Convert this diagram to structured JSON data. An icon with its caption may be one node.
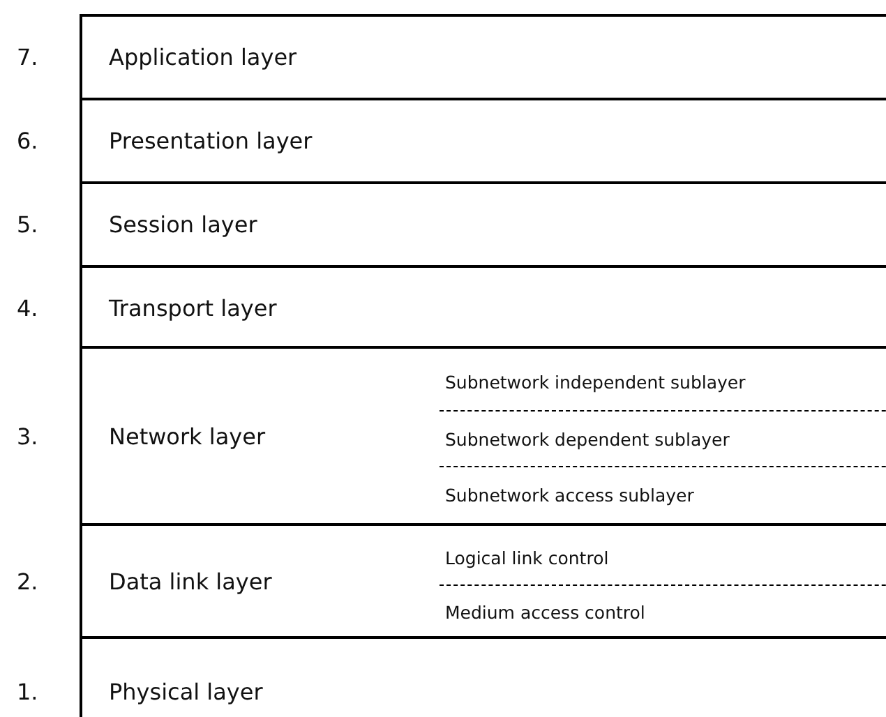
{
  "diagram": {
    "nodes": [
      {
        "text": [
          "Application layer"
        ],
        "beside": [
          "7."
        ]
      },
      {
        "text": [
          "Presentation layer"
        ],
        "beside": [
          "6."
        ]
      },
      {
        "text": [
          "Session layer"
        ],
        "beside": [
          "5."
        ]
      },
      {
        "text": [
          "Transport layer"
        ],
        "beside": [
          "4."
        ]
      },
      {
        "text": [
          "Network layer"
        ],
        "beside": [
          "3."
        ]
      },
      {
        "text": [
          "Subnetwork independent sublayer"
        ],
        "in": 4
      },
      {
        "text": [
          "Subnetwork dependent sublayer"
        ],
        "in": 4
      },
      {
        "text": [
          "Subnetwork access sublayer"
        ],
        "in": 4
      },
      {
        "text": [
          "Data link layer"
        ],
        "beside": [
          "2."
        ]
      },
      {
        "text": [
          "Logical link control"
        ],
        "in": 8
      },
      {
        "text": [
          "Medium access control"
        ],
        "in": 8
      },
      {
        "text": [
          "Physical layer"
        ],
        "beside": [
          "1."
        ]
      }
    ]
  }
}
